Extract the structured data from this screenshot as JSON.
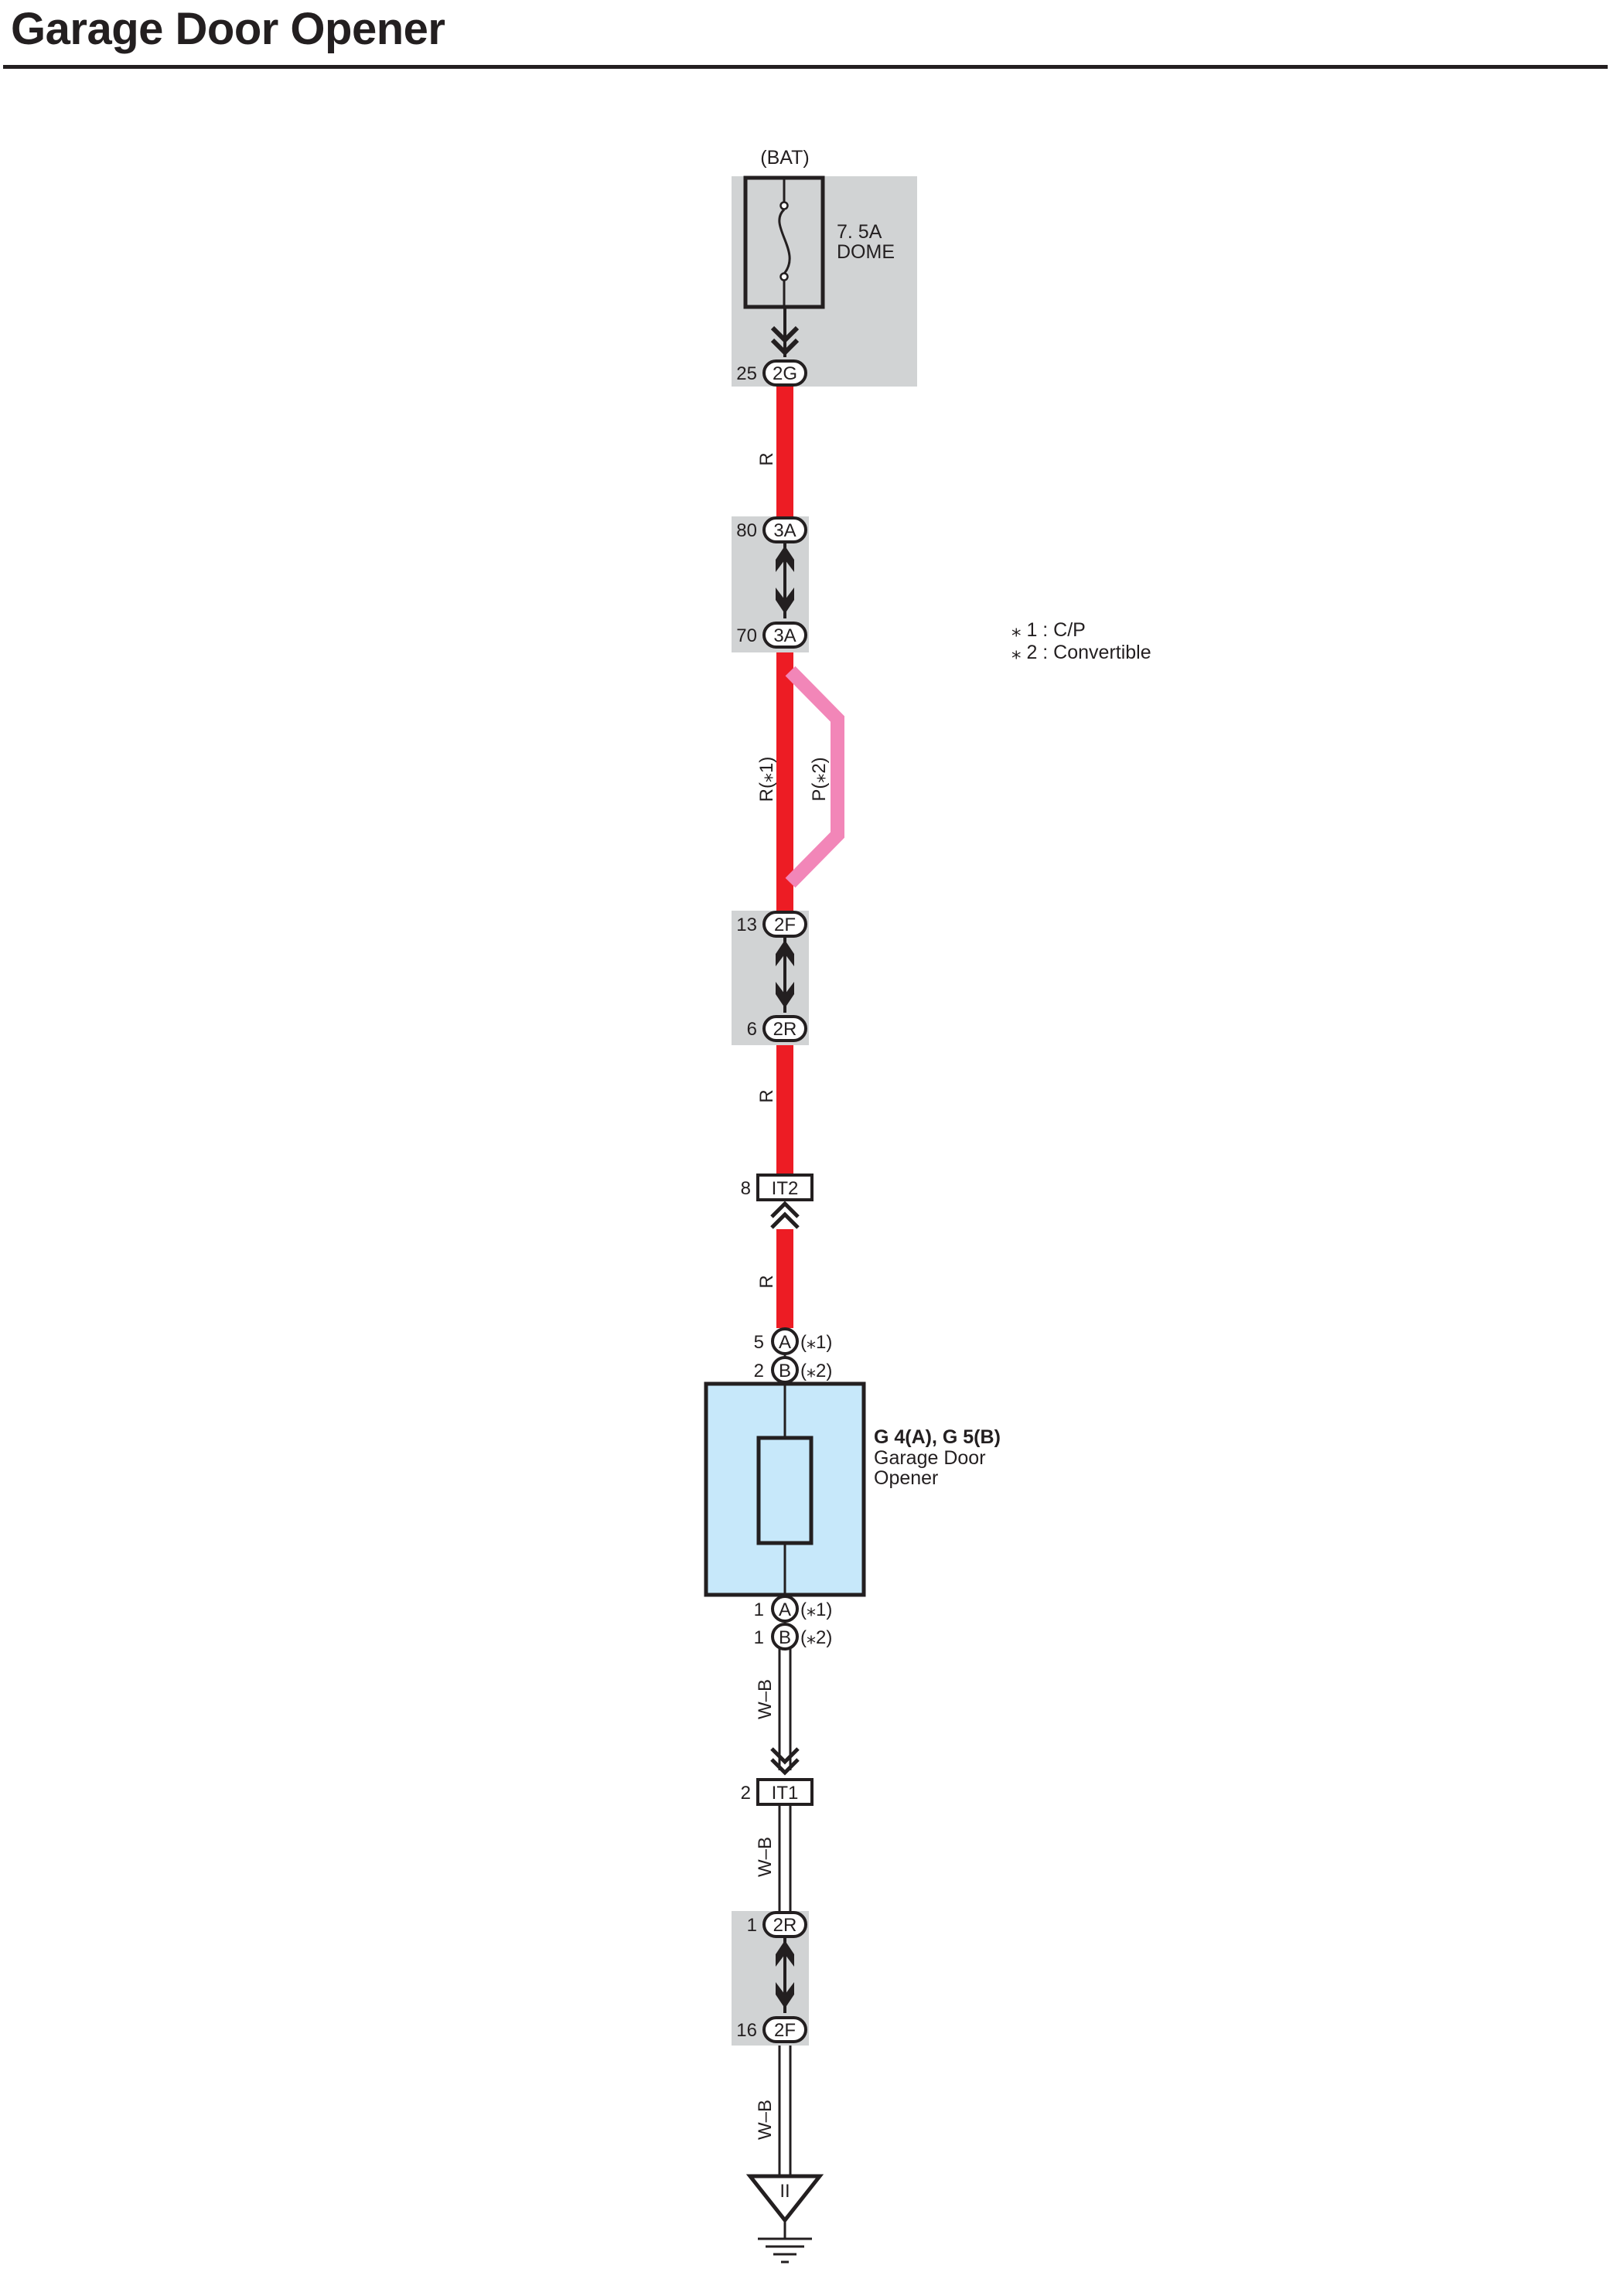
{
  "title": "Garage Door Opener",
  "colors": {
    "wire_red": "#ed1c24",
    "wire_pink": "#f286b8",
    "connector_block": "#d1d3d4",
    "opener_fill": "#c7e8fa",
    "ink": "#231f20"
  },
  "fuse": {
    "source": "(BAT)",
    "rating": "7. 5A",
    "name": "DOME"
  },
  "connectors": {
    "c_2g_top": {
      "pin": "25",
      "id": "2G"
    },
    "c_3a_1": {
      "pin": "80",
      "id": "3A"
    },
    "c_3a_2": {
      "pin": "70",
      "id": "3A"
    },
    "c_2f_1": {
      "pin": "13",
      "id": "2F"
    },
    "c_2r_1": {
      "pin": "6",
      "id": "2R"
    },
    "c_it2": {
      "pin": "8",
      "id": "IT2"
    },
    "c_opener_in_a": {
      "pin": "5",
      "id": "A",
      "note": "(⁎1)"
    },
    "c_opener_in_b": {
      "pin": "2",
      "id": "B",
      "note": "(⁎2)"
    },
    "c_opener_out_a": {
      "pin": "1",
      "id": "A",
      "note": "(⁎1)"
    },
    "c_opener_out_b": {
      "pin": "1",
      "id": "B",
      "note": "(⁎2)"
    },
    "c_it1": {
      "pin": "2",
      "id": "IT1"
    },
    "c_2r_2": {
      "pin": "1",
      "id": "2R"
    },
    "c_2f_2": {
      "pin": "16",
      "id": "2F"
    }
  },
  "wires": {
    "w1": "R",
    "w2_r": "R(⁎1)",
    "w2_p": "P(⁎2)",
    "w3": "R",
    "w4": "R",
    "w5": "W–B",
    "w6": "W–B",
    "w7": "W–B"
  },
  "notes": {
    "n1": "⁎ 1 : C/P",
    "n2": "⁎ 2 : Convertible"
  },
  "opener": {
    "code": "G 4(A), G 5(B)",
    "name_line1": "Garage Door",
    "name_line2": "Opener"
  },
  "ground": {
    "label": "II"
  }
}
